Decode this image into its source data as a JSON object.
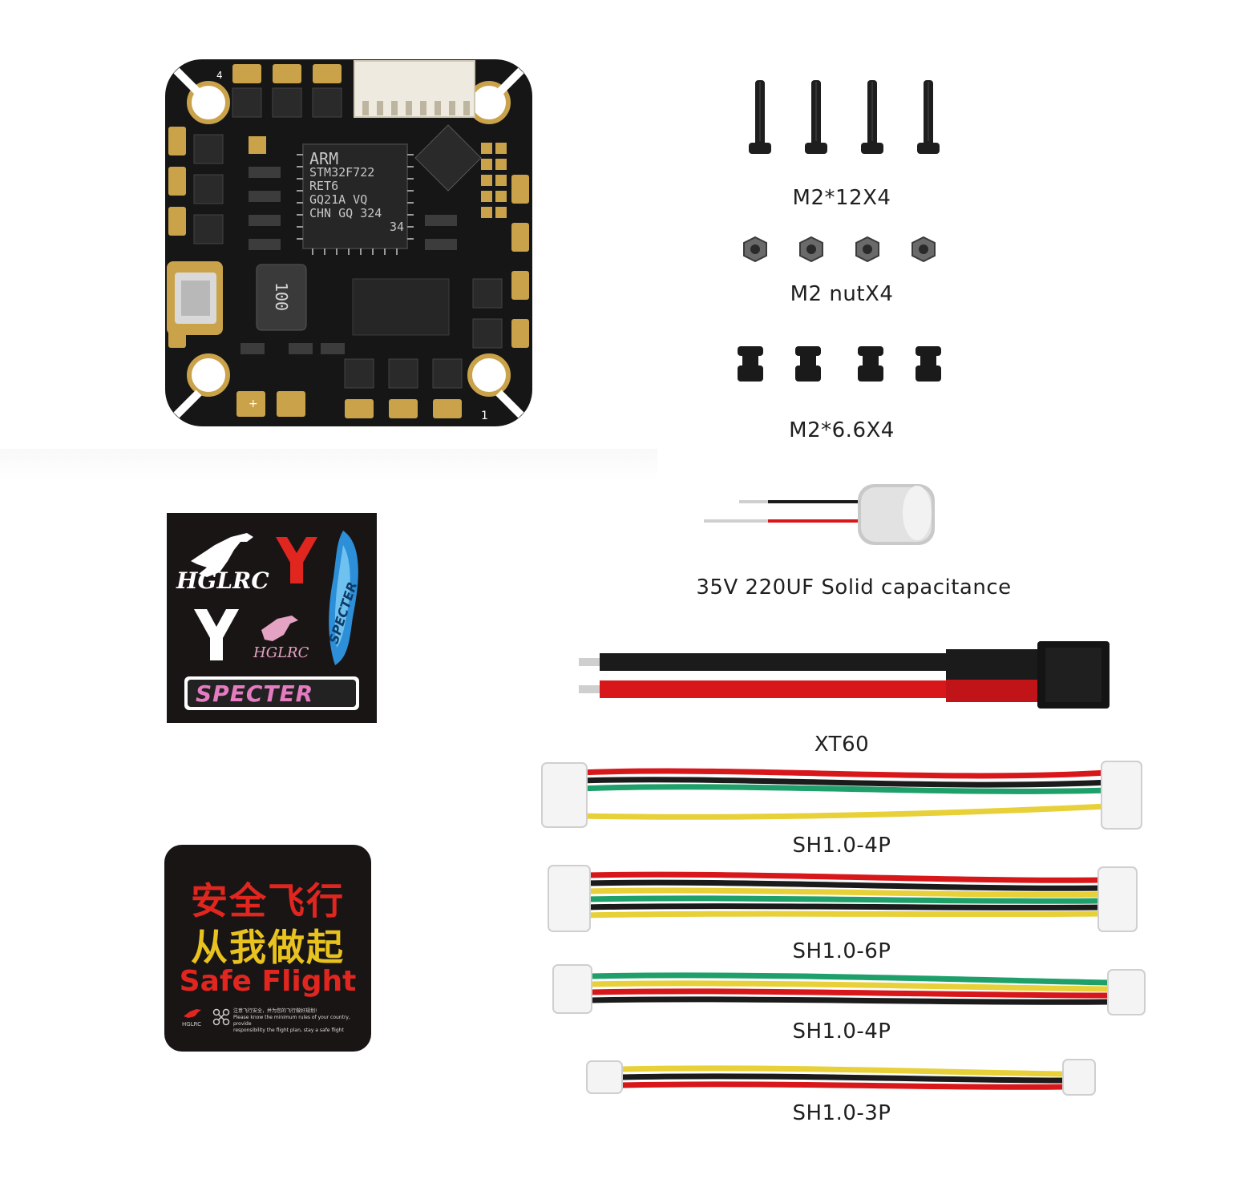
{
  "labels": {
    "screws": "M2*12X4",
    "nuts": "M2 nutX4",
    "grommets": "M2*6.6X4",
    "capacitor": "35V 220UF Solid capacitance",
    "xt60": "XT60",
    "cable1": "SH1.0-4P",
    "cable2": "SH1.0-6P",
    "cable3": "SH1.0-4P",
    "cable4": "SH1.0-3P"
  },
  "board": {
    "chip_brand": "ARM",
    "chip_model": "STM32F722",
    "chip_suffix": "RET6",
    "chip_code": "GQ21A VQ",
    "chip_origin": "CHN GQ 324",
    "chip_date": "34",
    "inductor": "100"
  },
  "sticker1": {
    "brand": "HGLRC",
    "brand_small": "HGLRC",
    "product": "SPECTER",
    "product_vertical": "SPECTER"
  },
  "sticker2": {
    "line1": "安全飞行",
    "line2": "从我做起",
    "line3": "Safe Flight",
    "fine_print1": "注意飞行安全，并为您的飞行做好规划!",
    "fine_print2": "Please know the minimum rules of your country, provide",
    "fine_print3": "responsibility the flight plan, stay a safe flight",
    "logo": "HGLRC"
  },
  "colors": {
    "wire_red": "#d8171b",
    "wire_black": "#1b1b1b",
    "wire_yellow": "#e8d038",
    "wire_green": "#1fa06a",
    "sticker_bg": "#1a1515",
    "sticker_red": "#e0261f",
    "sticker_yellow": "#e8c21f"
  }
}
